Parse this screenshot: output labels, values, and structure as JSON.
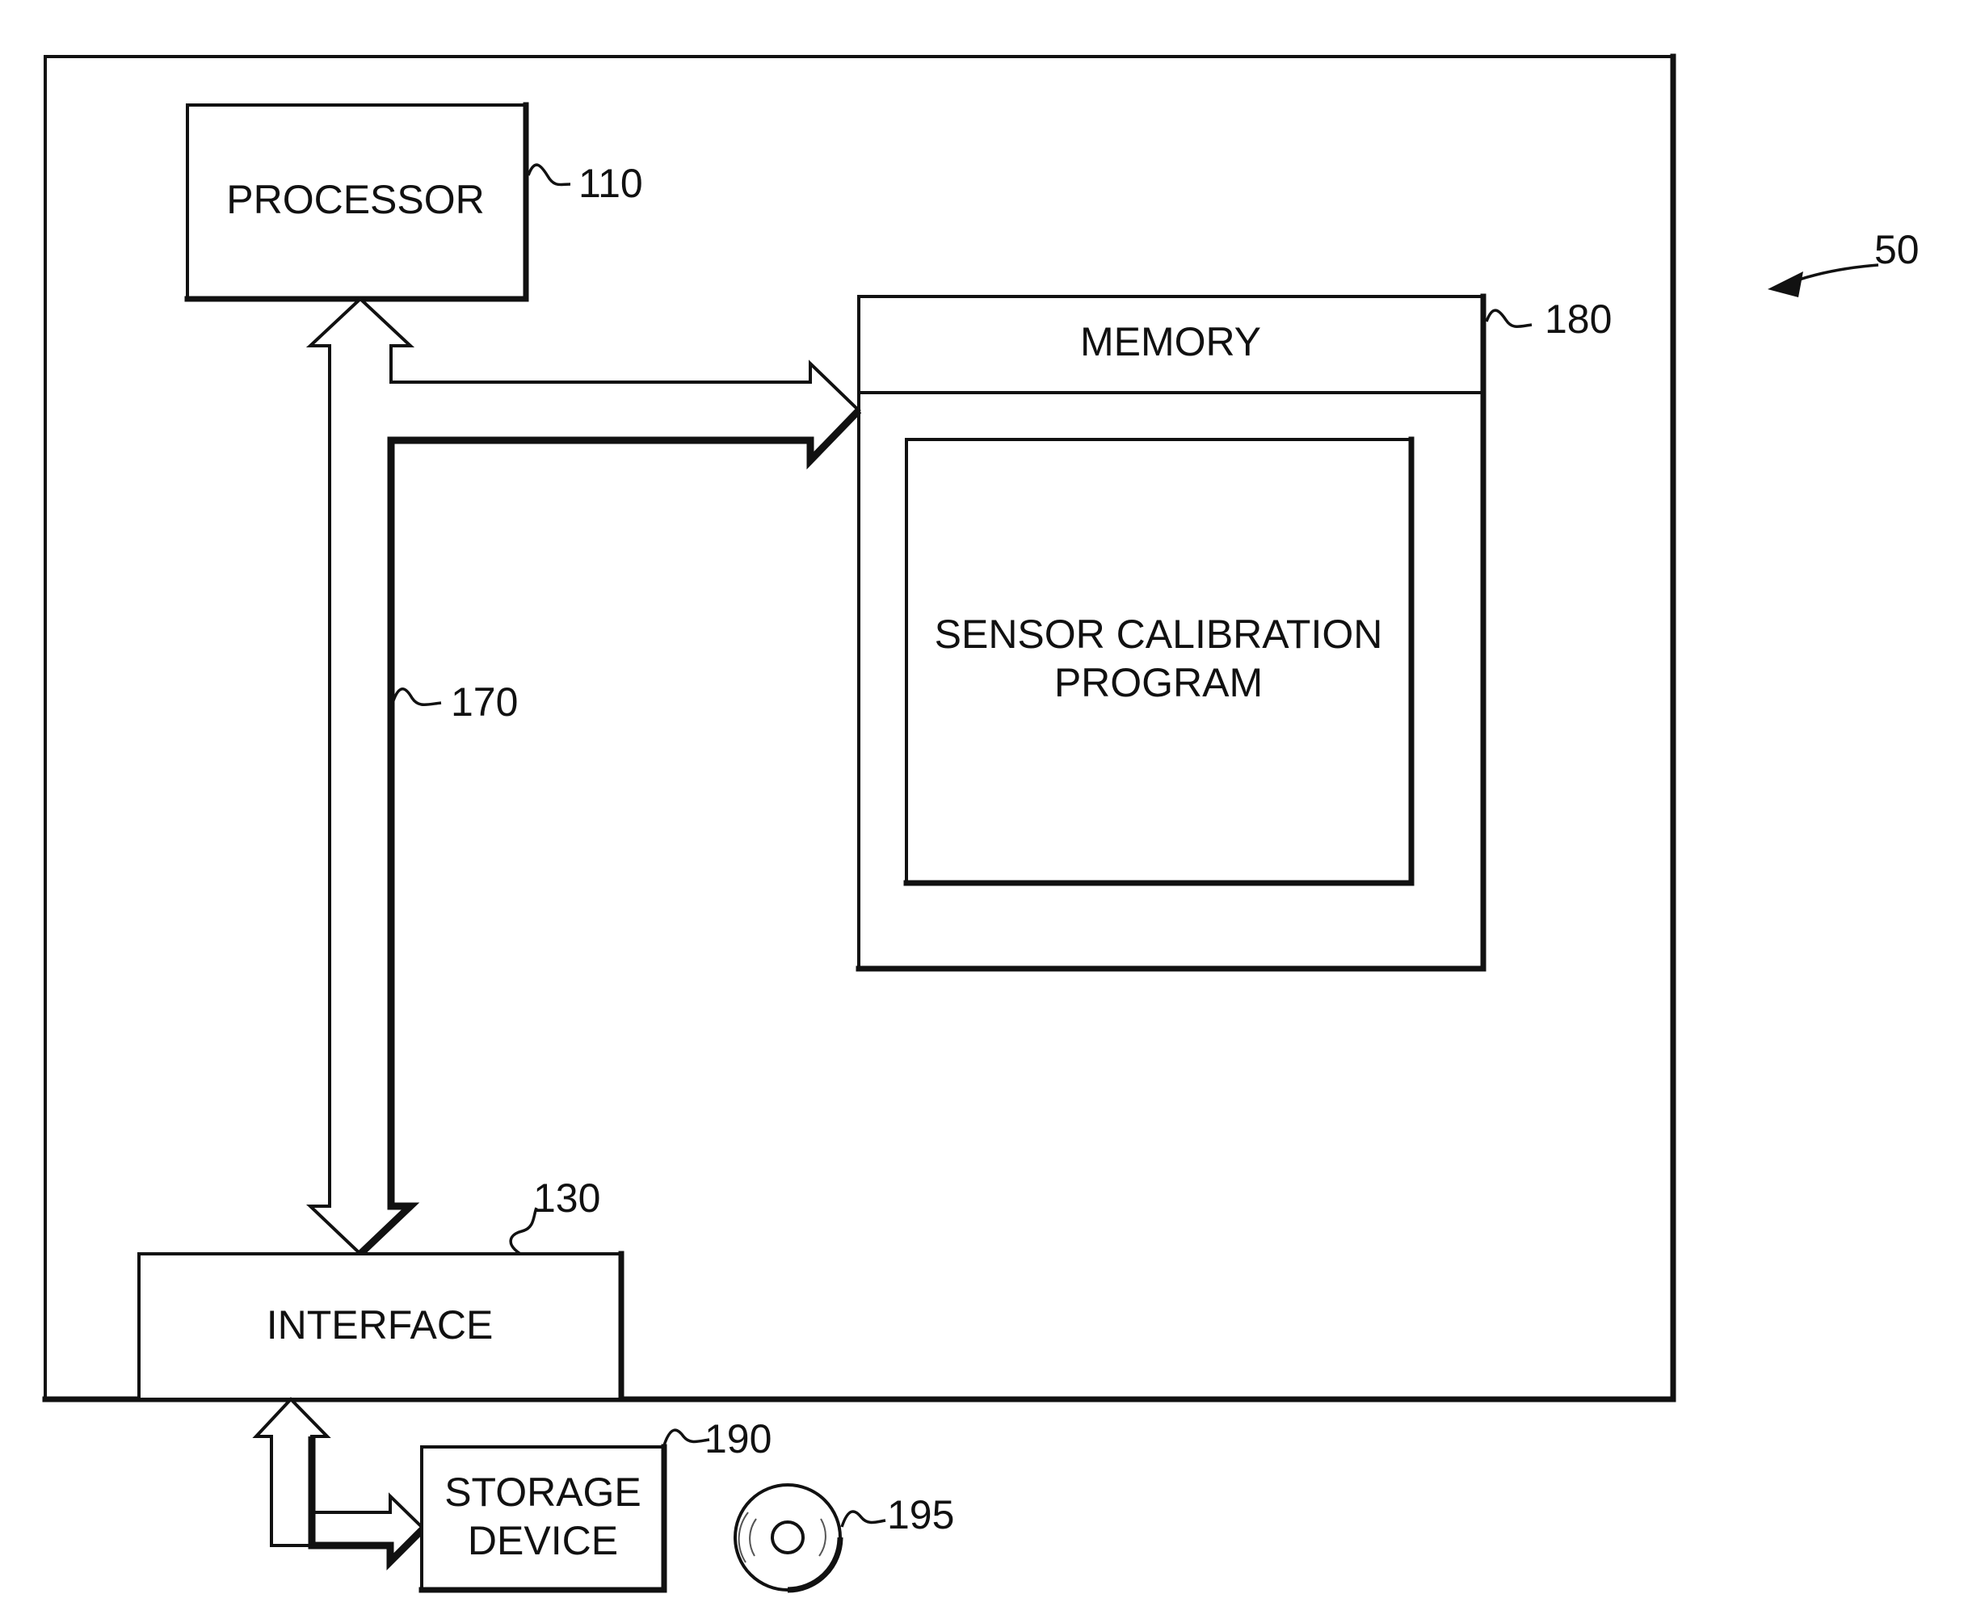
{
  "figure_ref": "50",
  "system": {
    "processor": {
      "label": "PROCESSOR",
      "ref": "110"
    },
    "memory": {
      "label": "MEMORY",
      "ref": "180"
    },
    "program": {
      "line1": "SENSOR CALIBRATION",
      "line2": "PROGRAM"
    },
    "bus": {
      "ref": "170"
    },
    "interface": {
      "label": "INTERFACE",
      "ref": "130"
    }
  },
  "external": {
    "storage": {
      "line1": "STORAGE",
      "line2": "DEVICE",
      "ref": "190"
    },
    "disc": {
      "ref": "195",
      "icon": "optical-disc-icon"
    }
  }
}
